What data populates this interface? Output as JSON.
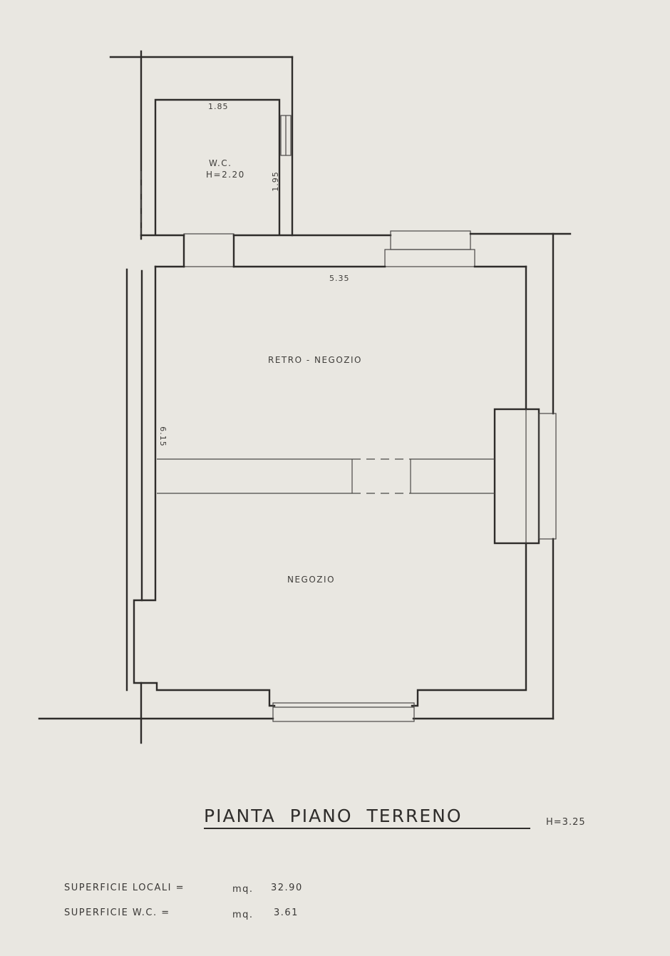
{
  "plan": {
    "title": "PIANTA  PIANO  TERRENO",
    "height_label": "H=3.25",
    "rooms": {
      "wc": {
        "name": "W.C.",
        "height": "H=2.20"
      },
      "retro_negozio": {
        "name": "RETRO - NEGOZIO"
      },
      "negozio": {
        "name": "NEGOZIO"
      }
    },
    "dimensions": {
      "wc_width": "1.85",
      "wc_depth": "1.95",
      "main_width": "5.35",
      "main_depth": "6.15"
    },
    "areas": {
      "locali": {
        "label": "SUPERFICIE LOCALI  =",
        "unit": "mq.",
        "value": "32.90"
      },
      "wc": {
        "label": "SUPERFICIE W.C. =",
        "unit": "mq.",
        "value": "3.61"
      }
    }
  }
}
